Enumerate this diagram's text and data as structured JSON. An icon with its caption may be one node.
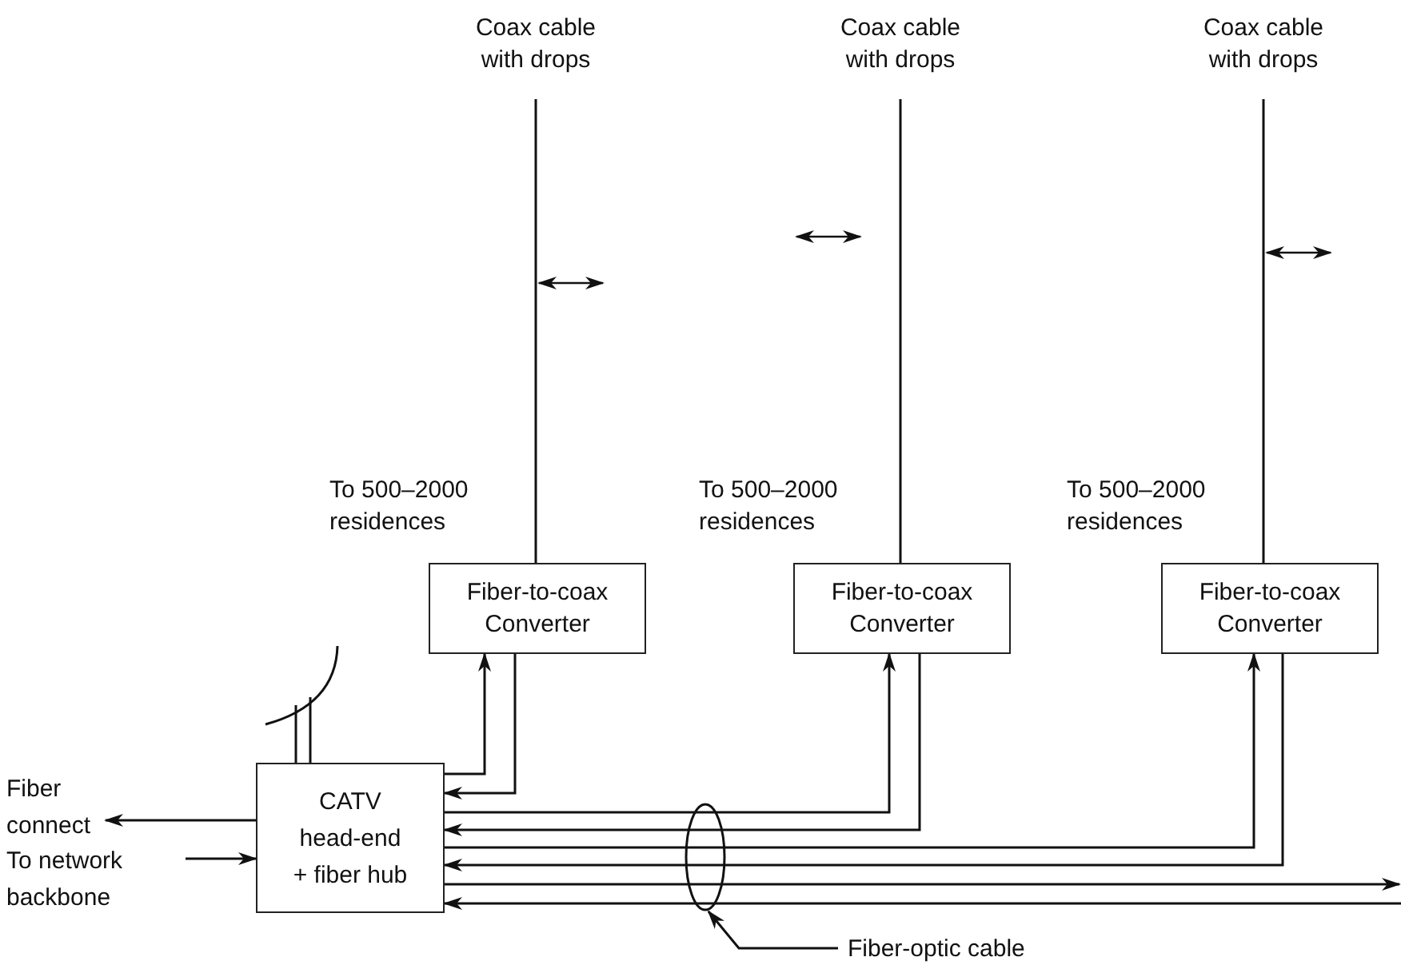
{
  "diagram": {
    "nodes": [
      {
        "text": [
          "Coax cable with drops"
        ]
      },
      {
        "text": [
          "Coax cable with drops"
        ]
      },
      {
        "text": [
          "Coax cable with drops"
        ]
      },
      {
        "text": [
          "Fiber-to-coax Converter"
        ],
        "beside": [
          "To 500–2000 residences"
        ]
      },
      {
        "text": [
          "Fiber-to-coax Converter"
        ],
        "beside": [
          "To 500–2000 residences"
        ]
      },
      {
        "text": [
          "Fiber-to-coax Converter"
        ],
        "beside": [
          "To 500–2000 residences"
        ]
      },
      {
        "text": [],
        "shape": "picture"
      },
      {
        "text": [
          "CATV head-end + fiber hub"
        ]
      },
      {
        "text": [
          "Fiber connect"
        ]
      },
      {
        "text": [
          "To network backbone"
        ]
      },
      {
        "text": [
          "Fiber-optic cable"
        ]
      }
    ],
    "edges": [
      {
        "from": 3,
        "to": 0,
        "arrow": "none"
      },
      {
        "from": 4,
        "to": 1,
        "arrow": "none"
      },
      {
        "from": 5,
        "to": 2,
        "arrow": "none"
      },
      {
        "from": 7,
        "to": 3,
        "arrow": "to"
      },
      {
        "from": 3,
        "to": 7,
        "arrow": "to"
      },
      {
        "from": 7,
        "to": 4,
        "arrow": "to"
      },
      {
        "from": 4,
        "to": 7,
        "arrow": "to"
      },
      {
        "from": 7,
        "to": 5,
        "arrow": "to"
      },
      {
        "from": 5,
        "to": 7,
        "arrow": "to"
      },
      {
        "from": 7,
        "to": null,
        "arrow": "to"
      },
      {
        "from": null,
        "to": 7,
        "arrow": "to"
      },
      {
        "from": 7,
        "to": 8,
        "arrow": "to"
      },
      {
        "from": 9,
        "to": 7,
        "arrow": "to"
      },
      {
        "from": 10,
        "to": null,
        "arrow": "to"
      },
      {
        "from": 6,
        "to": 7,
        "arrow": "none"
      },
      {
        "from": 6,
        "to": 7,
        "arrow": "none"
      }
    ]
  }
}
